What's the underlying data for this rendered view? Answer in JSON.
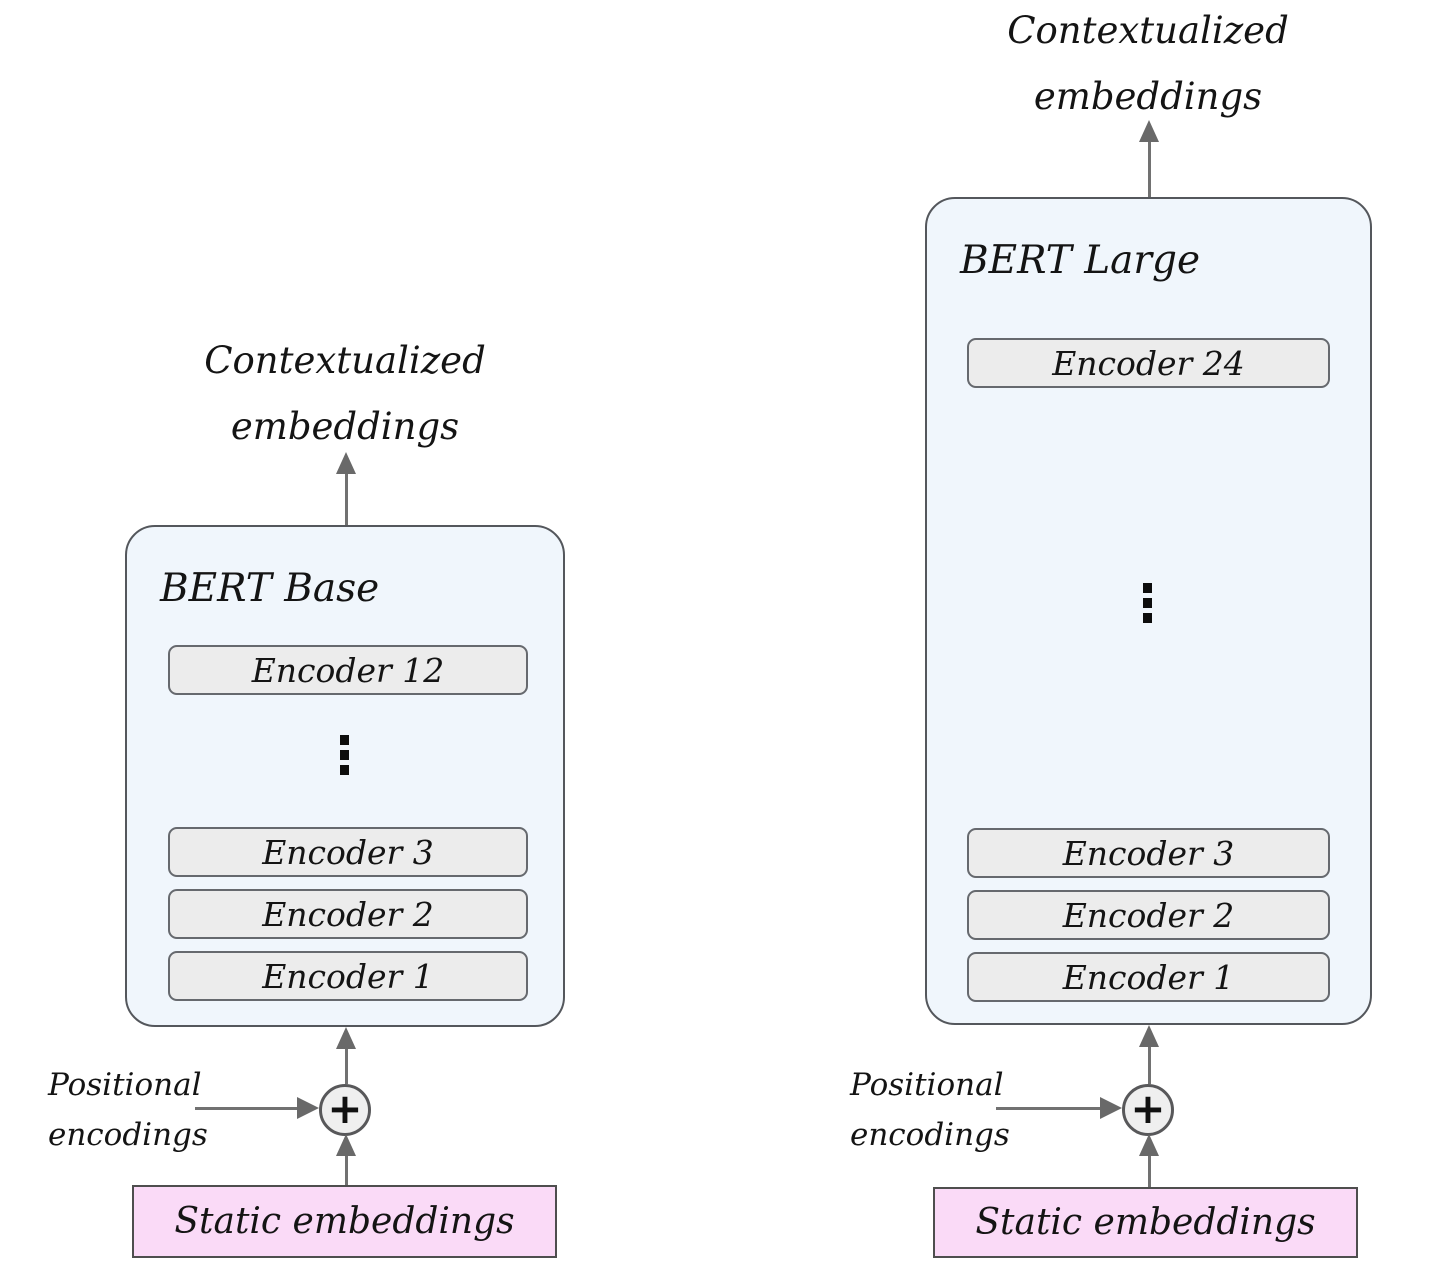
{
  "figure": {
    "description": "Comparison of BERT Base and BERT Large transformer encoder stacks"
  },
  "colors": {
    "background": "#ffffff",
    "model_box_fill": "#f0f6fc",
    "model_box_border": "#54575c",
    "encoder_fill": "#ececec",
    "encoder_border": "#66696e",
    "static_box_fill": "#fadaf7",
    "static_box_border": "#4e4e4e",
    "plus_circle_fill": "#efefef",
    "plus_circle_border": "#58585a",
    "arrow": "#717171",
    "text": "#141414"
  },
  "icons": {
    "vertical_ellipsis": "⋮",
    "plus": "+",
    "arrow_up": "↑",
    "arrow_right": "→"
  },
  "diagrams": [
    {
      "name": "BERT Base",
      "output_label_line1": "Contextualized",
      "output_label_line2": "embeddings",
      "model_title": "BERT Base",
      "top_encoder": "Encoder 12",
      "bottom_encoders": [
        "Encoder 3",
        "Encoder 2",
        "Encoder 1"
      ],
      "plus_symbol": "+",
      "positional_line1": "Positional",
      "positional_line2": "encodings",
      "static_label": "Static embeddings"
    },
    {
      "name": "BERT Large",
      "output_label_line1": "Contextualized",
      "output_label_line2": "embeddings",
      "model_title": "BERT Large",
      "top_encoder": "Encoder 24",
      "bottom_encoders": [
        "Encoder 3",
        "Encoder 2",
        "Encoder 1"
      ],
      "plus_symbol": "+",
      "positional_line1": "Positional",
      "positional_line2": "encodings",
      "static_label": "Static embeddings"
    }
  ]
}
